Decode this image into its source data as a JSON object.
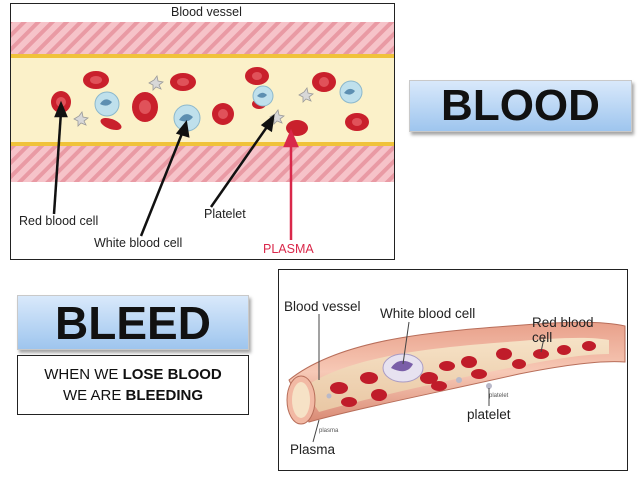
{
  "top_diagram": {
    "title": "Blood vessel",
    "labels": {
      "red_blood_cell": "Red blood cell",
      "white_blood_cell": "White blood cell",
      "platelet": "Platelet",
      "plasma": "PLASMA"
    }
  },
  "bottom_diagram": {
    "labels": {
      "blood_vessel": "Blood vessel",
      "white_blood_cell": "White blood cell",
      "red_blood_cell": "Red blood cell",
      "platelet": "platelet",
      "plasma": "Plasma",
      "small_platelet": "platelet",
      "small_plasma": "plasma"
    }
  },
  "blood_title": "BLOOD",
  "bleed_title": "BLEED",
  "caption": {
    "line1_prefix": "WHEN WE ",
    "line1_bold": "LOSE BLOOD",
    "line2_prefix": "WE ARE ",
    "line2_bold": "BLEEDING"
  },
  "colors": {
    "vessel_wall": "#f4b6bd",
    "vessel_stripe": "#e0838f",
    "plasma_fill": "#fbf1c9",
    "red_cell": "#c9202c",
    "white_cell": "#bfe0ec",
    "title_gradient_top": "#d9e9fb",
    "title_gradient_bottom": "#9ec5ee"
  }
}
